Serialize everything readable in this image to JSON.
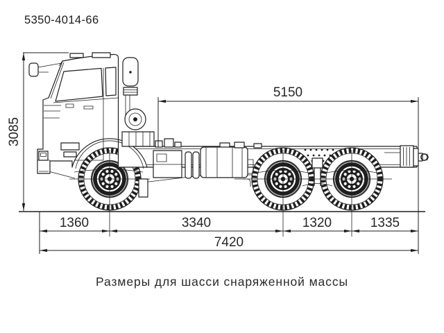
{
  "page": {
    "background_color": "#ffffff",
    "line_color": "#1e1e1e",
    "text_color": "#262626"
  },
  "header": {
    "model_code": "5350-4014-66"
  },
  "drawing": {
    "subject": "truck-chassis-side-view",
    "dimensions": {
      "overall_height": "3085",
      "frame_length_behind_cab": "5150",
      "front_overhang": "1360",
      "wheelbase_axle1_axle2": "3340",
      "wheelbase_axle2_axle3": "1320",
      "rear_overhang": "1335",
      "overall_length": "7420"
    }
  },
  "caption": {
    "text": "Размеры для шасси снаряженной массы"
  }
}
